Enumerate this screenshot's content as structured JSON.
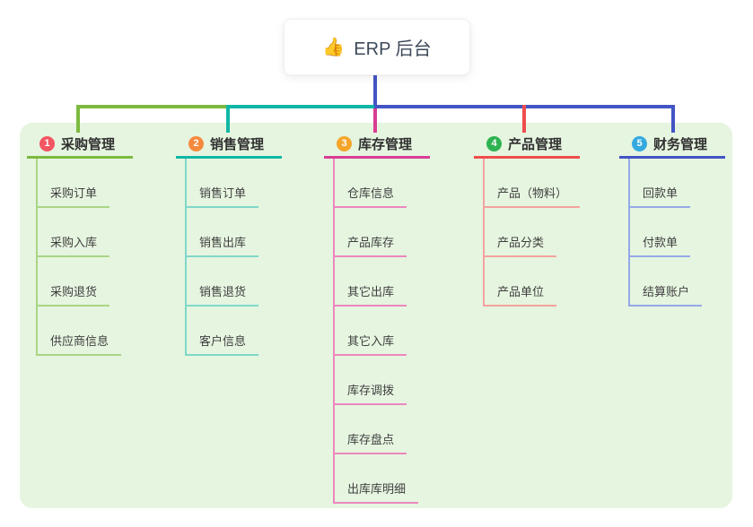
{
  "root": {
    "icon": "👍",
    "label": "ERP 后台"
  },
  "colors": {
    "panel_bg": "#E6F5E0",
    "root_connector": "#4355C4",
    "bus_left": "#7CBA3F",
    "bus_mid": "#10B7A6",
    "bus_right": "#4355C4"
  },
  "branches": [
    {
      "badge": "1",
      "badge_color": "#F25662",
      "line_color": "#7CBA3F",
      "child_line_color": "#A9D585",
      "title": "采购管理",
      "children": [
        "采购订单",
        "采购入库",
        "采购退货",
        "供应商信息"
      ]
    },
    {
      "badge": "2",
      "badge_color": "#F68A3C",
      "line_color": "#10B7A6",
      "child_line_color": "#7FD8C9",
      "title": "销售管理",
      "children": [
        "销售订单",
        "销售出库",
        "销售退货",
        "客户信息"
      ]
    },
    {
      "badge": "3",
      "badge_color": "#F6A52B",
      "line_color": "#D83D94",
      "child_line_color": "#EC87BD",
      "title": "库存管理",
      "children": [
        "仓库信息",
        "产品库存",
        "其它出库",
        "其它入库",
        "库存调拨",
        "库存盘点",
        "出库库明细"
      ]
    },
    {
      "badge": "4",
      "badge_color": "#2FB351",
      "line_color": "#F04D4D",
      "child_line_color": "#F5A29E",
      "title": "产品管理",
      "children": [
        "产品（物料）",
        "产品分类",
        "产品单位"
      ]
    },
    {
      "badge": "5",
      "badge_color": "#33A9E0",
      "line_color": "#4355C4",
      "child_line_color": "#94A8E6",
      "title": "财务管理",
      "children": [
        "回款单",
        "付款单",
        "结算账户"
      ]
    }
  ]
}
